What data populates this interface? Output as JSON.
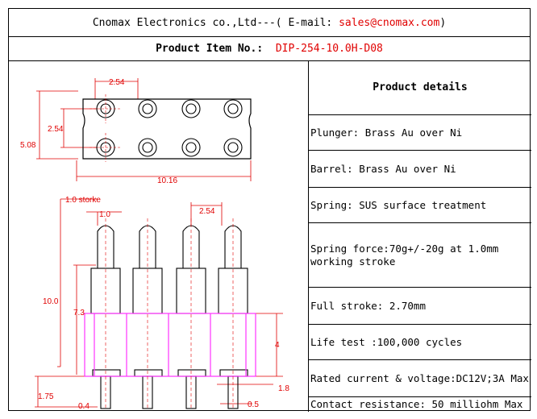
{
  "header": {
    "company": "Cnomax Electronics co.,Ltd",
    "dashes": "---(",
    "email_label": "E-mail:",
    "email": "sales@cnomax.com",
    "close": ")"
  },
  "product": {
    "label": "Product Item No.:",
    "item_no": "DIP-254-10.0H-D08"
  },
  "drawing": {
    "dim_pitch_top": "2.54",
    "dim_row_pitch": "2.54",
    "dim_height_top": "5.08",
    "dim_width": "10.16",
    "dim_stroke_label": "1.0 storke",
    "dim_plunger_dia": "1.0",
    "dim_pitch_side": "2.54",
    "dim_total_height": "10.0",
    "dim_barrel_height": "7.3",
    "dim_body_height": "4",
    "dim_tail_dia": "1.8",
    "dim_tail_len": "1.75",
    "dim_tail_gap": "0.4",
    "dim_tail_pin": "0.5"
  },
  "details": {
    "title": "Product details",
    "rows": [
      "Plunger: Brass Au over Ni",
      "Barrel: Brass Au over Ni",
      "Spring: SUS surface treatment",
      "Spring force:70g+/-20g at 1.0mm working stroke",
      "Full stroke: 2.70mm",
      "Life test :100,000 cycles",
      "Rated current & voltage:DC12V;3A Max",
      "Contact resistance: 50 milliohm Max"
    ]
  },
  "colors": {
    "accent": "#e00000",
    "dimension": "#e00000",
    "housing": "#ff33ff"
  }
}
